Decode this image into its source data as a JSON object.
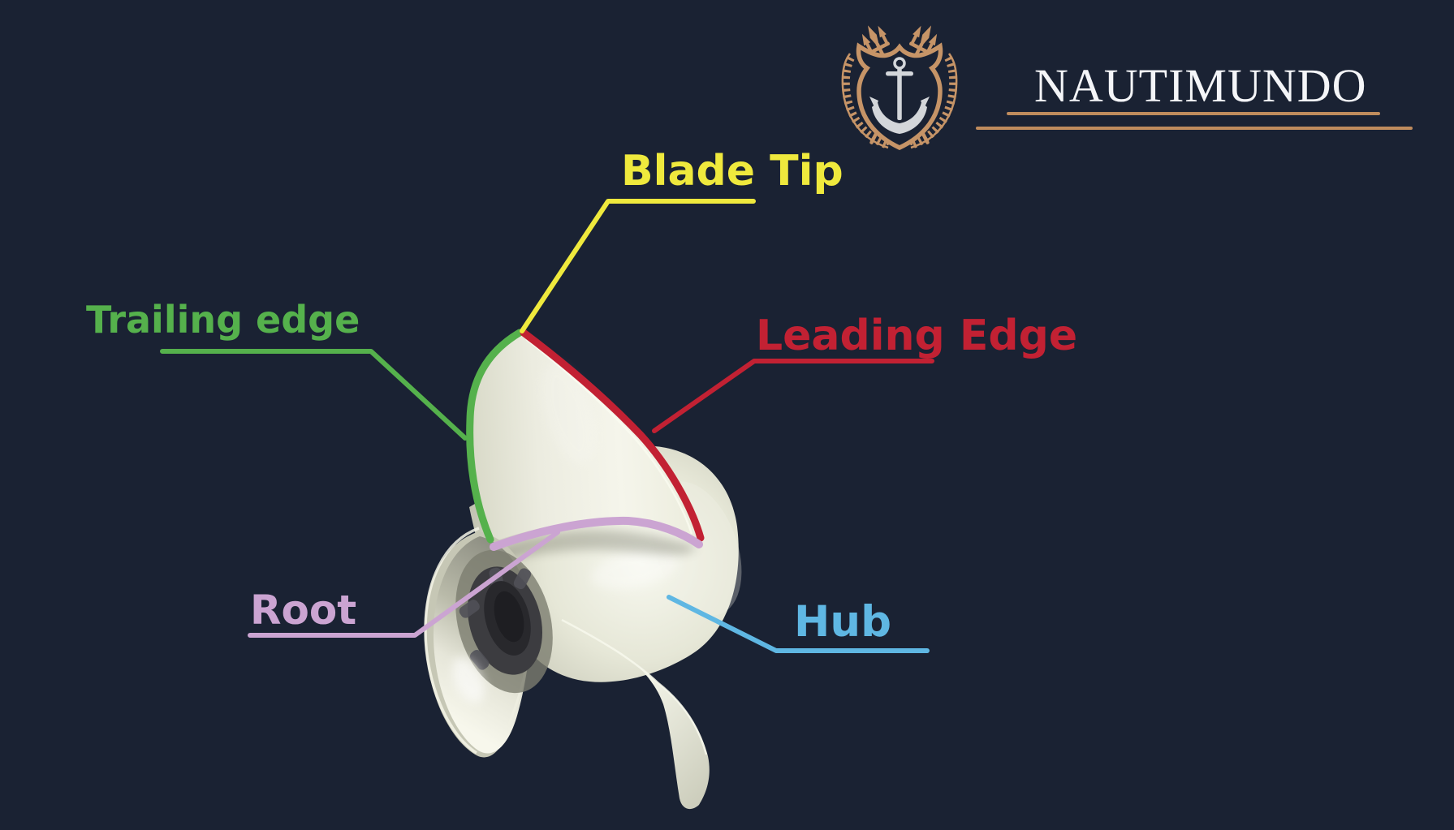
{
  "background_color": "#1a2233",
  "brand": {
    "name": "NAUTIMUNDO",
    "text_color": "#f4f5f8",
    "emblem_color": "#c69467",
    "rule_color": "#bf8c5d",
    "anchor_color": "#d3d6da"
  },
  "labels": {
    "blade_tip": {
      "text": "Blade Tip",
      "color": "#efe93d"
    },
    "trailing_edge": {
      "text": "Trailing edge",
      "color": "#55b14c"
    },
    "leading_edge": {
      "text": "Leading Edge",
      "color": "#c22133"
    },
    "root": {
      "text": "Root",
      "color": "#cba4d2"
    },
    "hub": {
      "text": "Hub",
      "color": "#5fb7e3"
    }
  },
  "propeller": {
    "body_color": "#ebecdd",
    "bore_color": "#3a3a3e"
  }
}
